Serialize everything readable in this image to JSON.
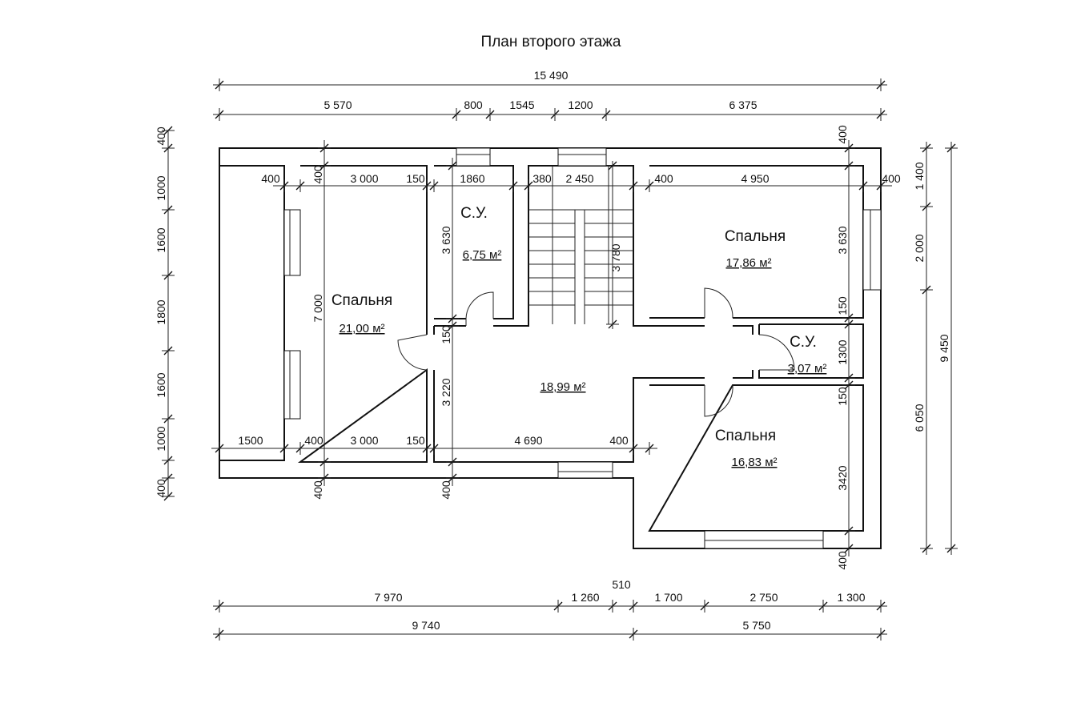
{
  "title": "План второго этажа",
  "rooms": [
    {
      "name": "Спальня",
      "area": "21,00 м²"
    },
    {
      "name": "С.У.",
      "area": "6,75 м²"
    },
    {
      "name": "Спальня",
      "area": "17,86 м²"
    },
    {
      "name": "",
      "area": "18,99 м²"
    },
    {
      "name": "С.У.",
      "area": "3,07 м²"
    },
    {
      "name": "Спальня",
      "area": "16,83 м²"
    }
  ],
  "dims": {
    "top_total": "15 490",
    "top": [
      "5 570",
      "800",
      "1545",
      "1200",
      "6 375"
    ],
    "bottom1": [
      "7 970",
      "1 260",
      "510",
      "1 700",
      "2 750",
      "1 300"
    ],
    "bottom2": [
      "9 740",
      "5 750"
    ],
    "left": [
      "400",
      "1000",
      "1600",
      "1800",
      "1600",
      "1000",
      "400"
    ],
    "right1": [
      "1 400",
      "2 000",
      "6 050"
    ],
    "right_total": "9 450",
    "inner_top": [
      "400",
      "3 000",
      "150",
      "1860",
      "380",
      "2 450",
      "400",
      "4 950",
      "400"
    ],
    "inner_bottom": [
      "1500",
      "400",
      "3 000",
      "150",
      "4 690",
      "400"
    ],
    "v405": [
      "400",
      "7 000",
      "400"
    ],
    "v565": [
      "3 630",
      "150",
      "3 220",
      "400"
    ],
    "v765": [
      "3 780"
    ],
    "v1060": [
      "400",
      "3 630",
      "150",
      "1300",
      "150",
      "3420",
      "400"
    ]
  }
}
